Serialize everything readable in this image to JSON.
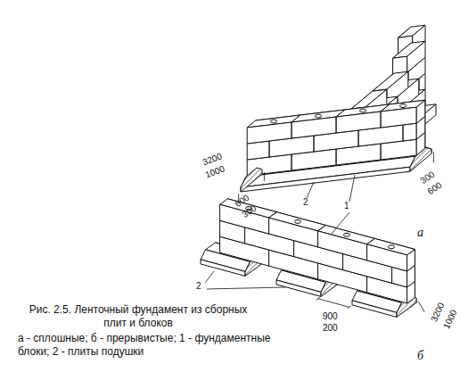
{
  "diagram": {
    "caption": "Рис. 2.5. Ленточный фундамент из сборных плит и блоков",
    "labels": [
      "3200",
      "1000",
      "600",
      "300",
      "2",
      "300",
      "600",
      "1",
      "а",
      "2",
      "900",
      "200",
      "3200",
      "1000",
      "б",
      "а - сплошные; б - прерывистые; 1 - фундаментные блоки; 2 - плиты подушки"
    ]
  }
}
